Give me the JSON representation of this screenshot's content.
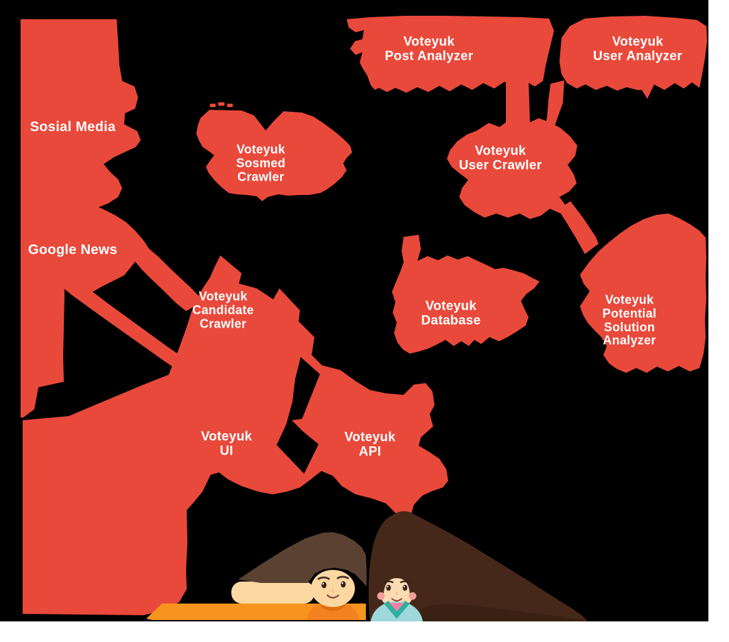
{
  "diagram": {
    "type": "architecture-diagram",
    "nodes": [
      {
        "id": "sosial-media",
        "label": "Sosial Media"
      },
      {
        "id": "google-news",
        "label": "Google News"
      },
      {
        "id": "sosmed-crawler",
        "label": "Voteyuk\nSosmed\nCrawler"
      },
      {
        "id": "post-analyzer",
        "label": "Voteyuk\nPost Analyzer"
      },
      {
        "id": "user-analyzer",
        "label": "Voteyuk\nUser Analyzer"
      },
      {
        "id": "user-crawler",
        "label": "Voteyuk\nUser Crawler"
      },
      {
        "id": "candidate-crawler",
        "label": "Voteyuk\nCandidate\nCrawler"
      },
      {
        "id": "database",
        "label": "Voteyuk\nDatabase"
      },
      {
        "id": "potential-solution-analyzer",
        "label": "Voteyuk\nPotential Solution\nAnalyzer"
      },
      {
        "id": "ui",
        "label": "Voteyuk\nUI"
      },
      {
        "id": "api",
        "label": "Voteyuk\nAPI"
      }
    ],
    "characters": [
      {
        "id": "boy-student"
      },
      {
        "id": "girl-student"
      }
    ],
    "colors": {
      "node_red": "#E8493B",
      "background_black": "#000000",
      "canvas_white": "#FFFFFF",
      "label_text": "#FFFFFF",
      "desk_orange": "#F7941E",
      "shirt_orange": "#F58220",
      "shirt_collar": "#E2700F",
      "boy_hair": "#5A4132",
      "boy_skin": "#FCD7A2",
      "girl_hair": "#46281A",
      "girl_hair_shadow": "#3A2113",
      "girl_skin": "#FBDBB2",
      "blush": "#F2A09C",
      "hoodie": "#9ED8DB",
      "hoodie_trim": "#2FAF9F",
      "hoodie_inner": "#F281A5",
      "eye": "#33221C",
      "brow": "#4A3228",
      "mouth": "#8A4B39"
    }
  }
}
